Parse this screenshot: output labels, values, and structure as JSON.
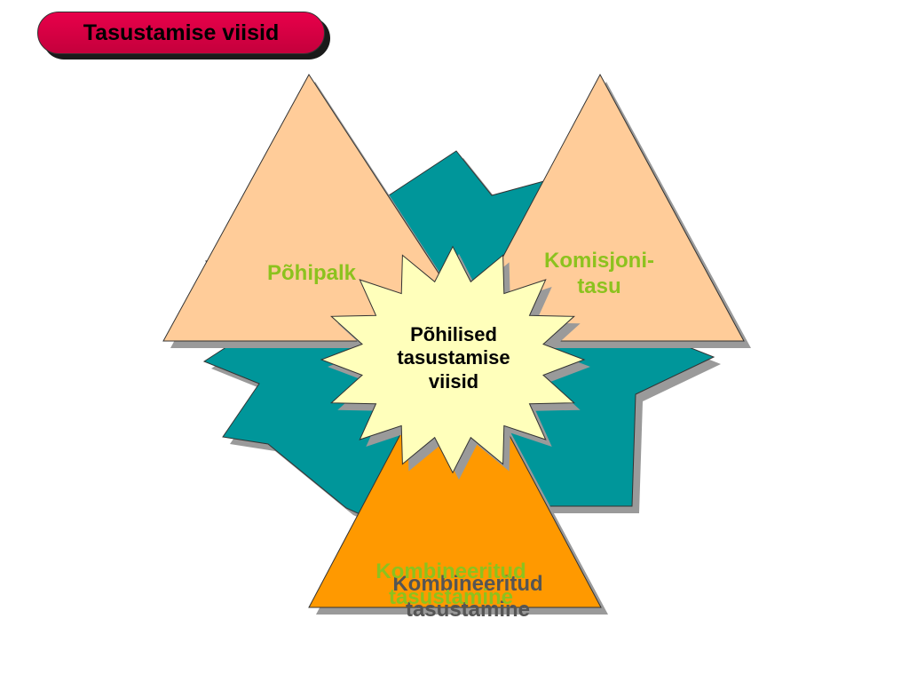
{
  "title": "Tasustamise viisid",
  "center": {
    "line1": "Põhilised",
    "line2": "tasustamise",
    "line3": "viisid"
  },
  "left_triangle": {
    "label": "Põhipalk"
  },
  "right_triangle": {
    "line1": "Komisjoni-",
    "line2": "tasu"
  },
  "bottom_triangle": {
    "line1": "Kombineeritud",
    "line2": "tasustamine"
  },
  "colors": {
    "teal": "#00969a",
    "peach": "#ffcc99",
    "orange": "#ff9900",
    "star_fill": "#ffffbb",
    "label_green": "#8cc21e",
    "title_red": "#d6003f"
  }
}
